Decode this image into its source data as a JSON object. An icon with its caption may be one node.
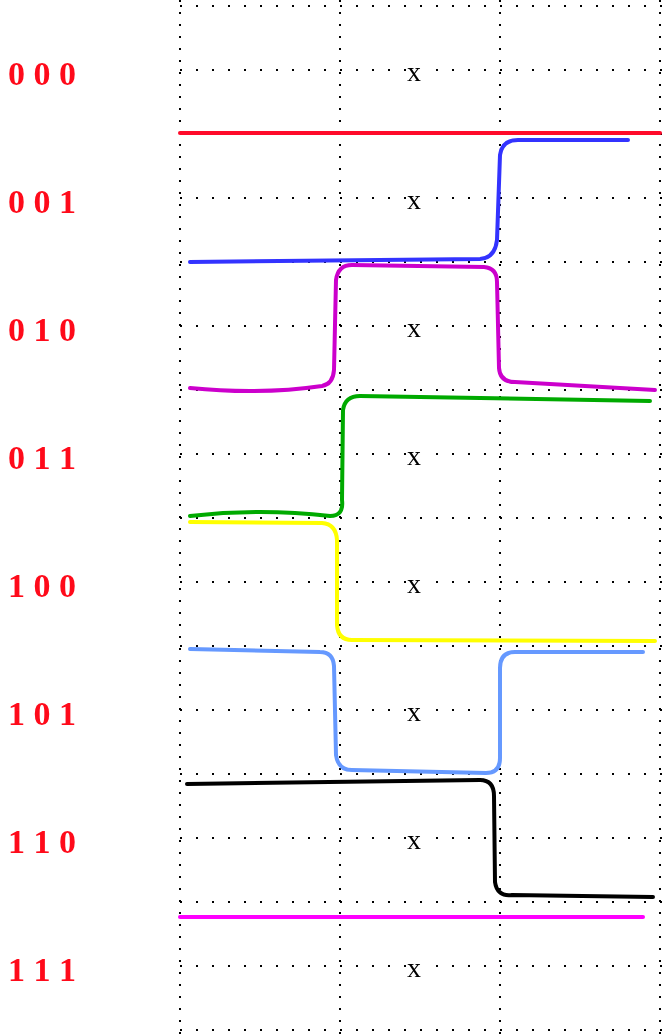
{
  "diagram": {
    "labels": [
      "0 0 0",
      "x",
      "0 0 1",
      "x",
      "0 1 0",
      "x",
      "0 1 1",
      "x",
      "1 0 0",
      "x",
      "1 0 1",
      "x",
      "1 1 0",
      "x",
      "1 1 1",
      "x"
    ]
  }
}
